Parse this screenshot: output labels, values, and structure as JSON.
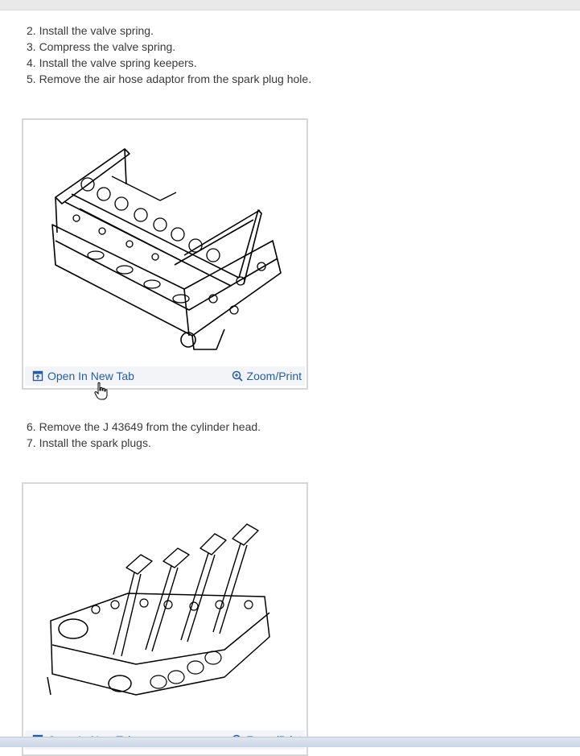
{
  "steps_first": [
    "2. Install the valve spring.",
    "3. Compress the valve spring.",
    "4. Install the valve spring keepers.",
    "5. Remove the air hose adaptor from the spark plug hole."
  ],
  "steps_second": [
    "6. Remove the J 43649 from the cylinder head.",
    "7. Install the spark plugs."
  ],
  "figures": [
    {
      "open_label": "Open In New Tab",
      "zoom_label": "Zoom/Print"
    },
    {
      "open_label": "Open In New Tab",
      "zoom_label": "Zoom/Print"
    }
  ],
  "colors": {
    "link": "#2a5d9f",
    "border": "#d6d6d6",
    "toolbar_bg": "#f2f4f7"
  }
}
